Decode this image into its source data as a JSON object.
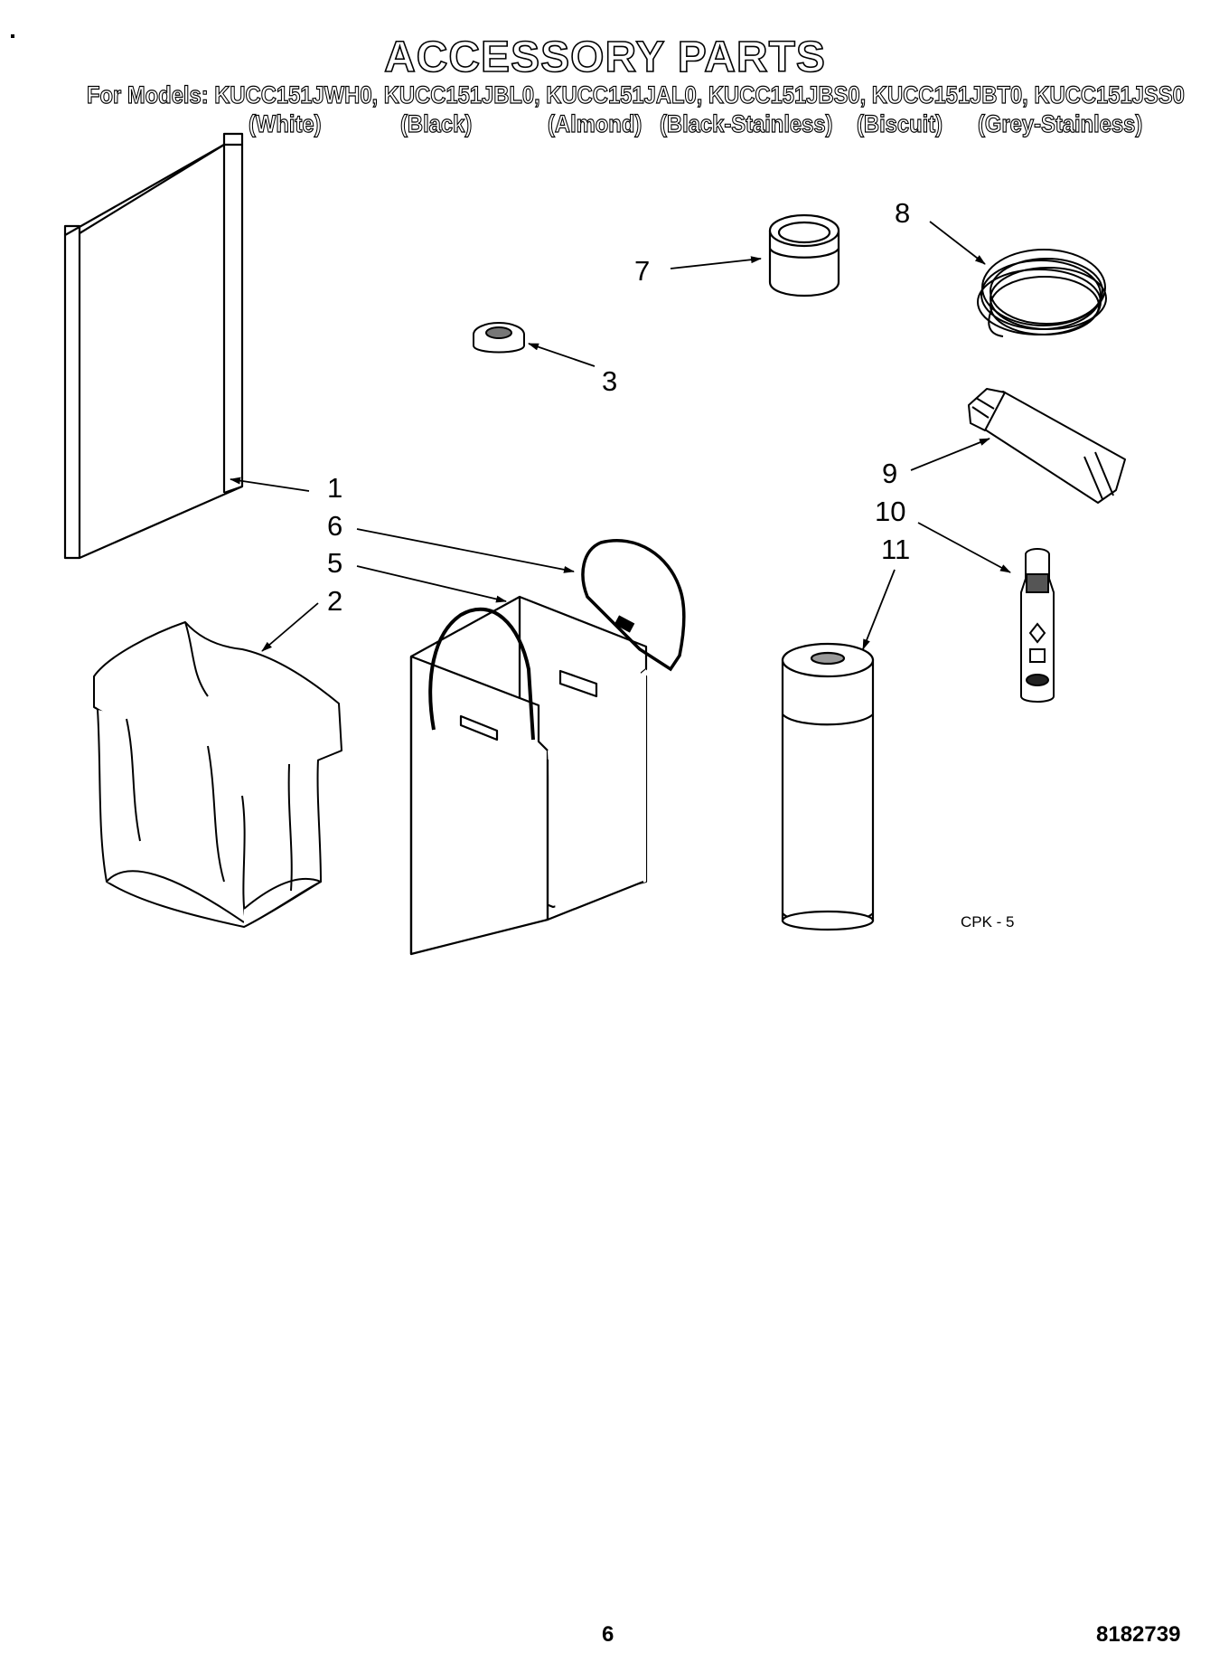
{
  "header": {
    "title": "ACCESSORY PARTS",
    "models_line": "For Models: KUCC151JWH0, KUCC151JBL0, KUCC151JAL0, KUCC151JBS0, KUCC151JBT0, KUCC151JSS0",
    "colors": [
      "(White)",
      "(Black)",
      "(Almond)",
      "(Black-Stainless)",
      "(Biscuit)",
      "(Grey-Stainless)"
    ]
  },
  "callouts": {
    "c1": "1",
    "c2": "2",
    "c3": "3",
    "c5": "5",
    "c6": "6",
    "c7": "7",
    "c8": "8",
    "c9": "9",
    "c10": "10",
    "c11": "11"
  },
  "diagram_code": "CPK - 5",
  "footer": {
    "page_number": "6",
    "doc_number": "8182739"
  }
}
